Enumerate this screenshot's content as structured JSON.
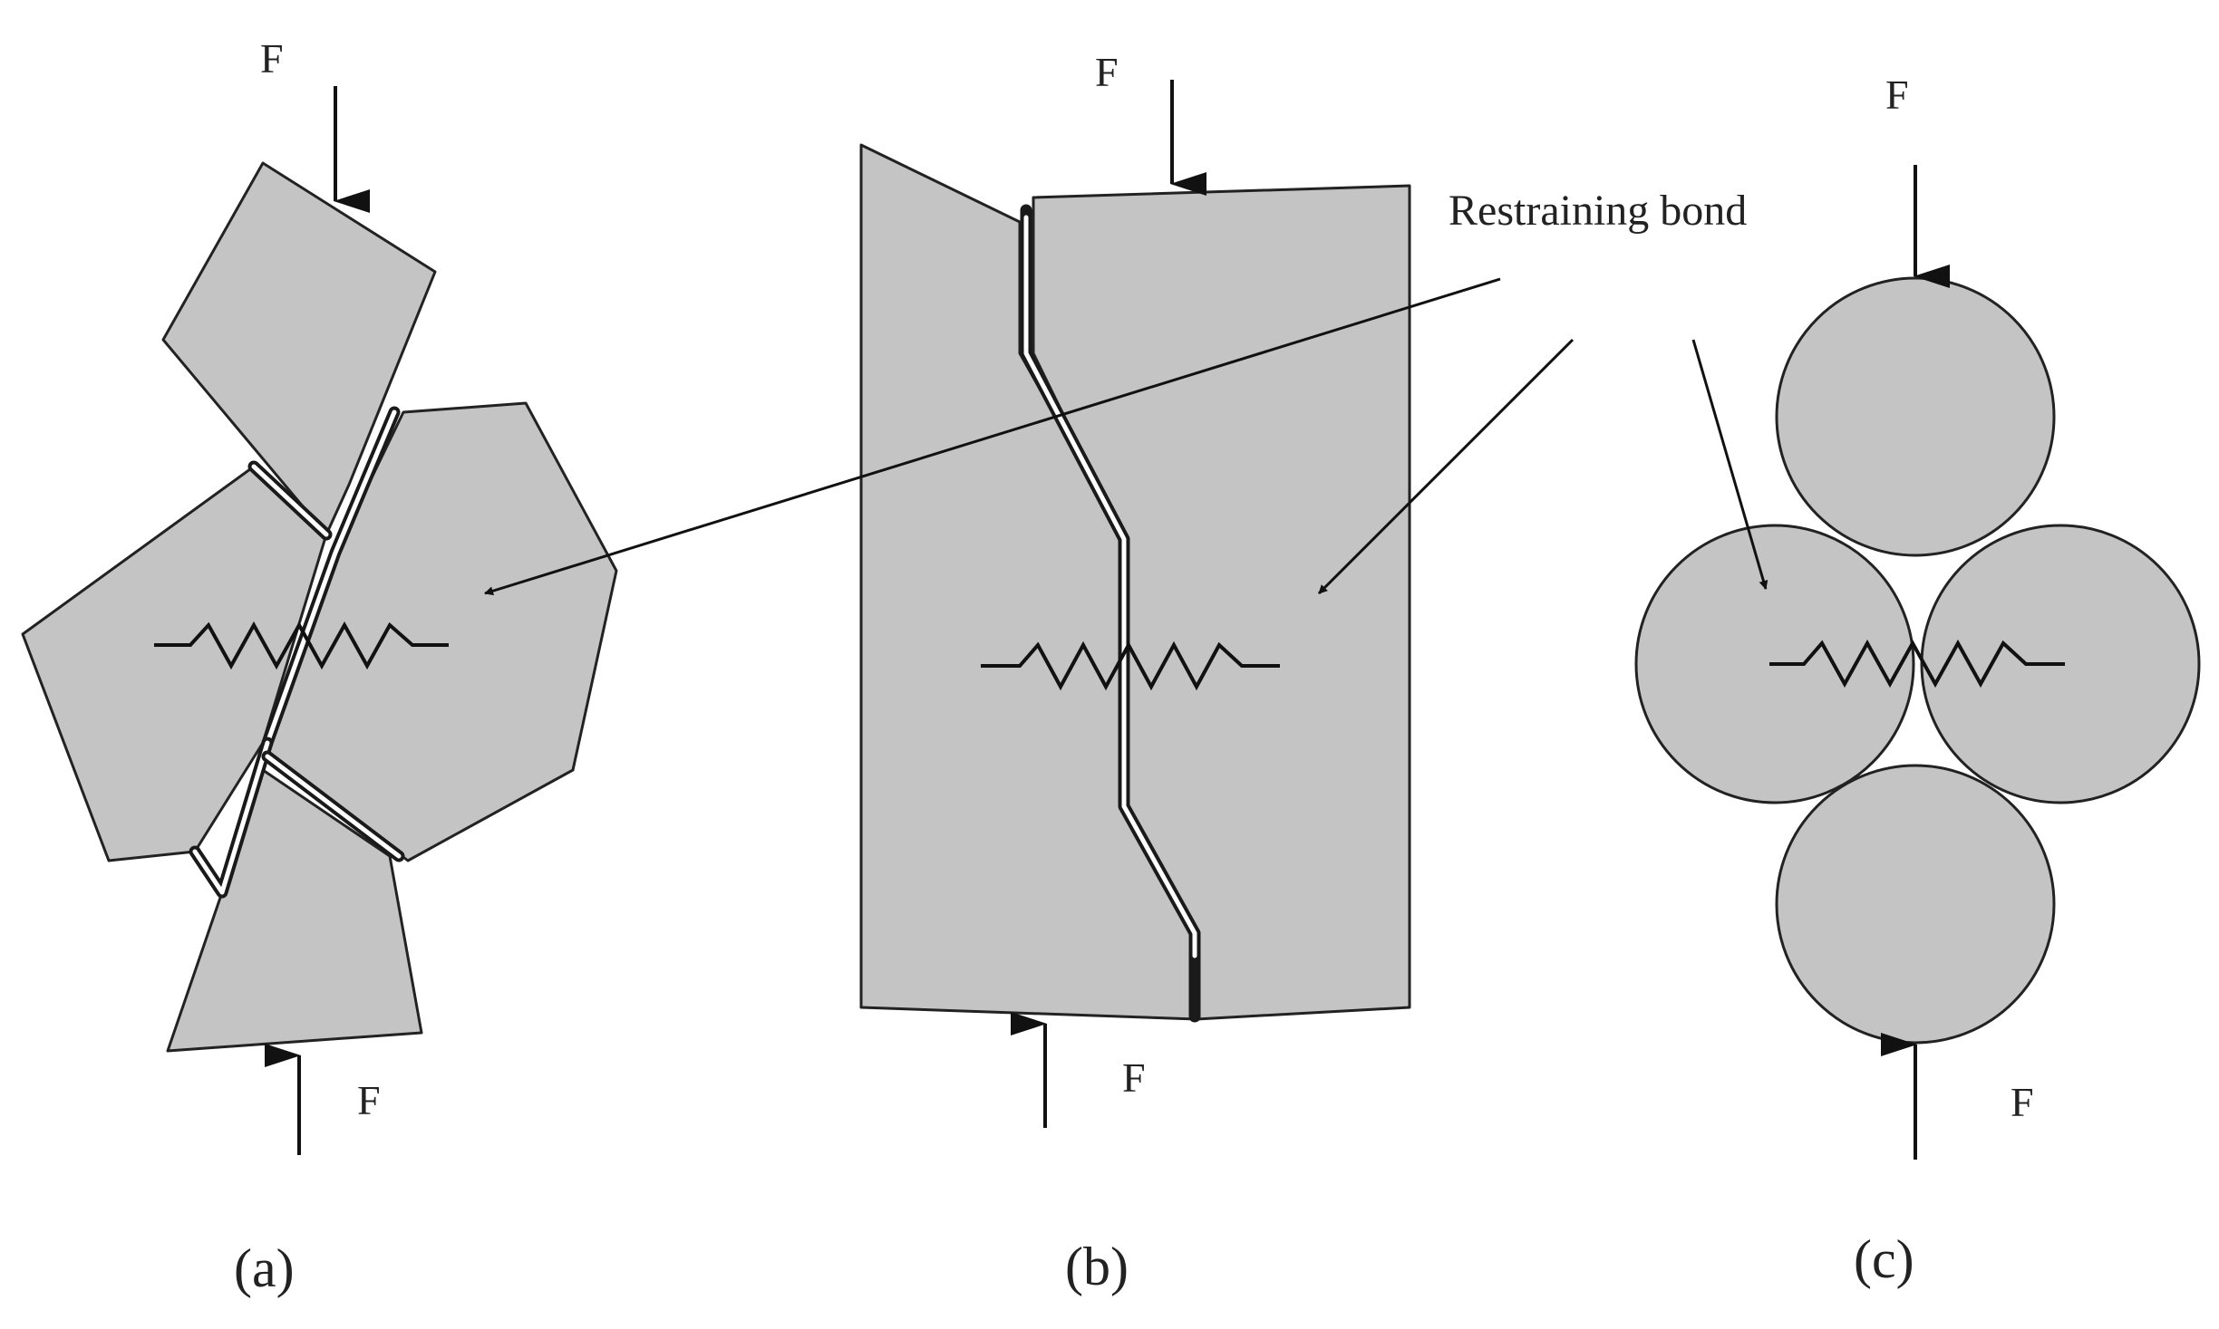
{
  "colors": {
    "grain_fill": "#c4c4c4",
    "outline": "#222222",
    "background": "#ffffff"
  },
  "labels": {
    "force": "F",
    "annotation": "Restraining bond",
    "panel_a": "(a)",
    "panel_b": "(b)",
    "panel_c": "(c)"
  }
}
